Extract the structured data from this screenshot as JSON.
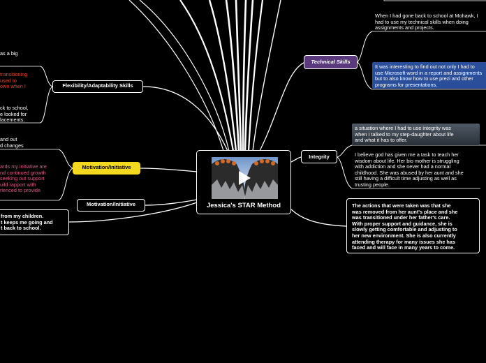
{
  "central": {
    "title": "Jessica's STAR Method",
    "media": "video-thumbnail"
  },
  "branches": {
    "flexibility": "Flexibility/Adaptability Skills",
    "motivation_yellow": "Motivation/Initiative",
    "motivation": "Motivation/Initiative",
    "technical": "Technical Skills",
    "integrity": "Integrity"
  },
  "left_texts": {
    "big": "as a big",
    "red": "transitioning\n used to\nown when I",
    "school": "ck to school,\ne looked for\nlacements.",
    "changes": " and out\nd changes",
    "pink": "ards my initiative are\nnd continued growth\nseeking out support\nuild rapport with\nrienced to provide",
    "children": "from my children.\nt keeps me going and\nt back to school."
  },
  "technical_texts": {
    "t1": "When I had gone back to school at Mohawk, I\nhad to use my technical skills when doing\nassignments and projects.",
    "t2": "It was interesting to find out not only I had to\nuse Microsoft word in a report and assignments\nbut to also know how to use prezi and other\nprograms for presentations."
  },
  "integrity_texts": {
    "i1": "a situation where I had to use integrity was\nwhen I talked to  my step-daughter about life\nand  what it has to offer.",
    "i2": "I believe god has given me a task to teach her\nwisdom about life. Her bio mother is struggling\nwith addiction and she never had a normal\nchildhood. She was abused by her aunt and she\nstill having a difficult time adjusting as well as\ntrusting people."
  },
  "result_text": "The actions that were taken was that she\nwas removed from her aunt's place and she\nwas transitioned under her father's care.\nWith proper support and guidance, she is\nslowly getting comfortable and adjusting to\nher new environment. She is also currently\nattending therapy for many issues she has\nfaced and will face in many years to come.",
  "colors": {
    "background": "#000000",
    "yellow": "#f2d81e",
    "purple": "#5a3a7c",
    "blue": "#2a4e9a",
    "red_text": "#e0472f",
    "pink_text": "#e05a8a"
  }
}
